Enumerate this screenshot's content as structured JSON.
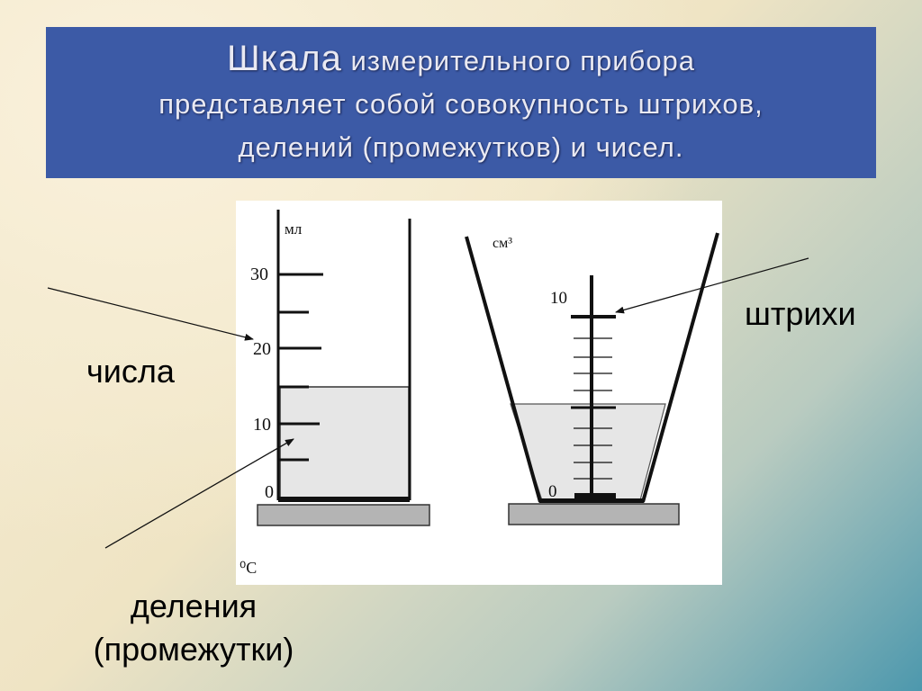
{
  "title": {
    "highlight": "Шкала",
    "line1_rest": "измерительного прибора",
    "line2": "представляет собой совокупность штрихов,",
    "line3": "делений (промежутков) и чисел."
  },
  "labels": {
    "numbers": "числа",
    "marks": "штрихи",
    "divisions_line1": "деления",
    "divisions_line2": "(промежутки)"
  },
  "cylinder": {
    "unit": "мл",
    "tick_labels": [
      "30",
      "20",
      "10",
      "0"
    ],
    "footer_unit": "⁰С"
  },
  "beaker": {
    "unit": "см³",
    "tick_labels": [
      "10",
      "0"
    ]
  },
  "colors": {
    "title_bg": "#3c5aa6",
    "liquid": "#e6e6e6",
    "base": "#b4b4b4"
  }
}
